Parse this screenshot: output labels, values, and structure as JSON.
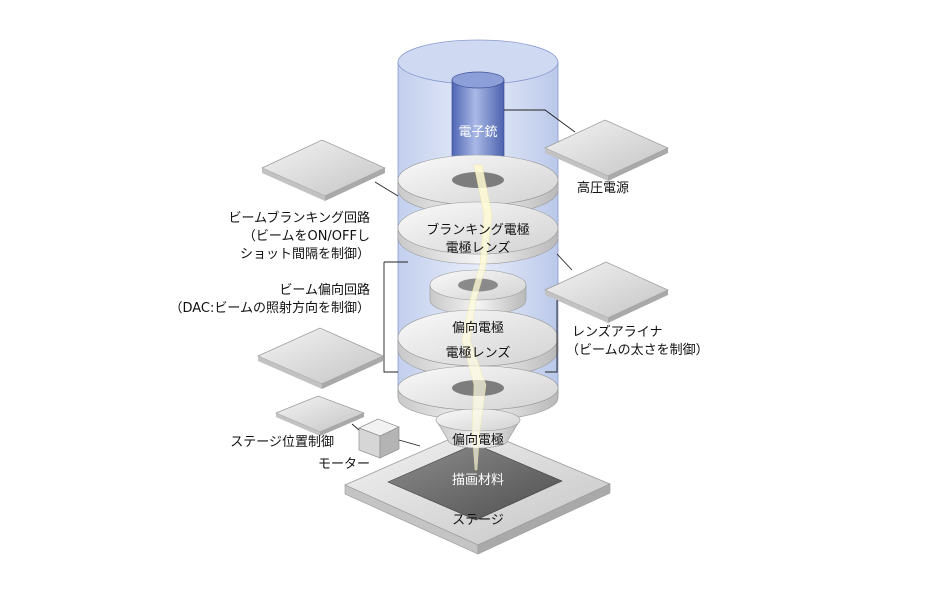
{
  "components": {
    "gun": "電子銃",
    "blanking_electrode": "ブランキング電極",
    "electrode_lens_1": "電極レンズ",
    "deflection_electrode_1": "偏向電極",
    "electrode_lens_2": "電極レンズ",
    "deflection_electrode_2": "偏向電極",
    "material": "描画材料",
    "stage": "ステージ",
    "motor": "モーター"
  },
  "side_labels": {
    "high_voltage": "高圧電源",
    "blanking_circuit": [
      "ビームブランキング回路",
      "（ビームをON/OFFし",
      "ショット間隔を制御）"
    ],
    "deflection_circuit": [
      "ビーム偏向回路",
      "（DAC:ビームの照射方向を制御）"
    ],
    "lens_aligner": [
      "レンズアライナ",
      "（ビームの太さを制御）"
    ],
    "stage_control": "ステージ位置制御"
  },
  "colors": {
    "column_fill": "#c3cfeb",
    "column_stroke": "#8a9ccf",
    "gun_fill": "#6f84c8",
    "disc_light": "#f2f2f2",
    "disc_dark": "#a8a8a8",
    "beam": "#fffde0"
  }
}
